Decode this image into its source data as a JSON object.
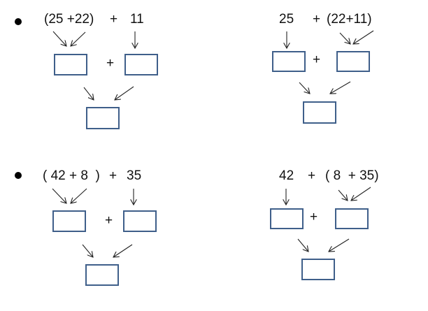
{
  "problems": [
    {
      "left_expr": "(25 +22)",
      "plus_1": "+",
      "right_expr": "11",
      "plus_2": "+"
    },
    {
      "left_expr": "25",
      "plus_1": "+",
      "right_expr": "(22+11)",
      "plus_2": "+"
    },
    {
      "left_expr": "( 42 + 8  )",
      "plus_1": "+",
      "right_expr": "35",
      "plus_2": "+"
    },
    {
      "left_expr": "42",
      "plus_1": "+",
      "right_expr": "( 8  + 35)",
      "plus_2": "+"
    }
  ],
  "colors": {
    "box_border": "#3f5f8a",
    "text": "#111111"
  }
}
